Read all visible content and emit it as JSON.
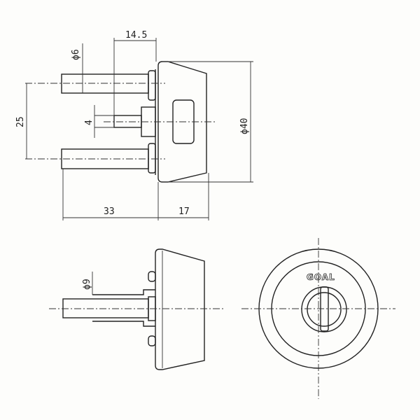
{
  "drawing": {
    "dimensions": {
      "shaft_length": "14.5",
      "pin_diameter": "ϕ6",
      "pin_spacing": "25",
      "tailpiece_width": "4",
      "body_diameter": "ϕ40",
      "pin_length": "33",
      "body_depth": "17",
      "sleeve_diameter": "ϕ9"
    },
    "logo_text": "GOAL",
    "line_color": "#222222",
    "paper_color": "#fdfdfb"
  }
}
